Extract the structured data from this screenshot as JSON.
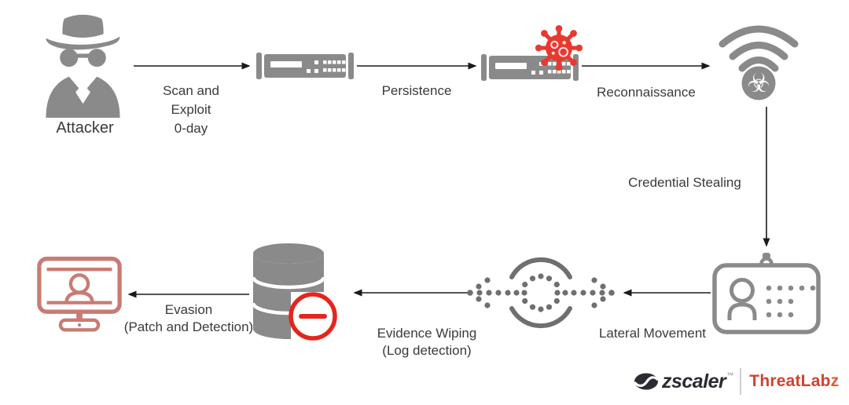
{
  "colors": {
    "icon_gray": "#8a8a8a",
    "arrow_black": "#1a1a1a",
    "virus_red": "#e8392f",
    "block_red": "#e3261d",
    "monitor_red": "#c87b74",
    "brand_dark": "#2b2b33",
    "brand_red": "#d04332",
    "brand_red_light": "#de5c38",
    "text": "#3a3a3a"
  },
  "icons": {
    "biohazard_glyph": "☣"
  },
  "diagram": {
    "nodes": [
      {
        "id": "attacker",
        "icon": "spy-icon",
        "label": "Attacker"
      },
      {
        "id": "edge-device",
        "icon": "network-appliance-icon"
      },
      {
        "id": "compromised-device",
        "icon": "network-appliance-icon",
        "overlay": "virus-icon"
      },
      {
        "id": "wifi-network",
        "icon": "wifi-biohazard-icon"
      },
      {
        "id": "identity-card",
        "icon": "id-card-icon"
      },
      {
        "id": "propagation",
        "icon": "dotted-spread-icon"
      },
      {
        "id": "database",
        "icon": "database-blocked-icon"
      },
      {
        "id": "workstation",
        "icon": "monitor-icon"
      }
    ],
    "edges": [
      {
        "from": "attacker",
        "to": "edge-device",
        "label_lines": [
          "Scan and",
          "Exploit",
          "0-day"
        ]
      },
      {
        "from": "edge-device",
        "to": "compromised-device",
        "label_lines": [
          "Persistence"
        ]
      },
      {
        "from": "compromised-device",
        "to": "wifi-network",
        "label_lines": [
          "Reconnaissance"
        ]
      },
      {
        "from": "wifi-network",
        "to": "identity-card",
        "label_lines": [
          "Credential Stealing"
        ]
      },
      {
        "from": "identity-card",
        "to": "propagation",
        "label_lines": [
          "Lateral Movement"
        ]
      },
      {
        "from": "propagation",
        "to": "database",
        "label_lines": [
          "Evidence Wiping",
          "(Log detection)"
        ]
      },
      {
        "from": "database",
        "to": "workstation",
        "label_lines": [
          "Evasion",
          "(Patch and Detection)"
        ]
      }
    ]
  },
  "brand": {
    "zscaler_wordmark": "zscaler",
    "trademark": "™",
    "threatlabz_main": "ThreatLab",
    "threatlabz_suffix": "z"
  }
}
